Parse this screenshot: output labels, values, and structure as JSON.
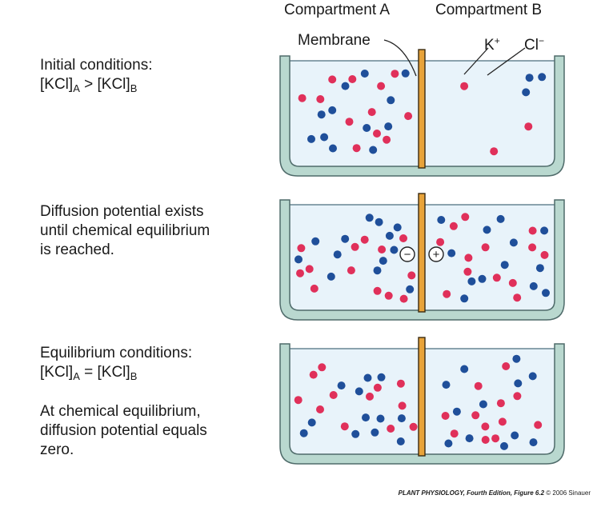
{
  "header": {
    "compartment_a": "Compartment A",
    "compartment_b": "Compartment B"
  },
  "labels": {
    "membrane": "Membrane",
    "k_ion": "K",
    "k_sign": "+",
    "cl_ion": "Cl",
    "cl_sign": "−"
  },
  "panels": [
    {
      "caption": {
        "line1": "Initial conditions:",
        "f_open": "[KCl]",
        "f_sub_a": "A",
        "f_mid": " > [KCl]",
        "f_sub_b": "B"
      }
    },
    {
      "caption": {
        "line1": "Diffusion potential exists",
        "line2": "until chemical equilibrium",
        "line3": "is reached."
      },
      "charges": {
        "left": "−",
        "right": "+"
      }
    },
    {
      "caption": {
        "line1": "Equilibrium conditions:",
        "f_open": "[KCl]",
        "f_sub_a": "A",
        "f_mid": " = [KCl]",
        "f_sub_b": "B",
        "note1": "At chemical equilibrium,",
        "note2": "diffusion potential equals",
        "note3": "zero."
      }
    }
  ],
  "credit": {
    "book": "PLANT PHYSIOLOGY, Fourth Edition, Figure 6.2",
    "copyright": "© 2006 Sinauer"
  },
  "colors": {
    "k_ion": "#1f4f9a",
    "cl_ion": "#e0305a",
    "membrane": "#e8a33a",
    "solution": "#e8f3fa",
    "container": "#b9d8cf"
  }
}
